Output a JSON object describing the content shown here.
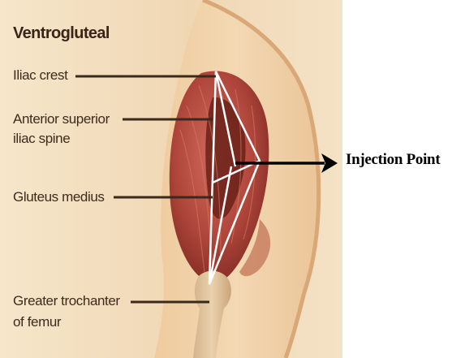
{
  "diagram": {
    "title": "Ventrogluteal",
    "labels": {
      "iliac_crest": "Iliac crest",
      "anterior_superior_line1": "Anterior superior",
      "anterior_superior_line2": "iliac spine",
      "gluteus_medius": "Gluteus medius",
      "greater_trochanter_line1": "Greater trochanter",
      "greater_trochanter_line2": "of femur"
    },
    "callout": "Injection Point"
  },
  "colors": {
    "background_skin": "#f1dcbc",
    "muscle": "#b5443a",
    "muscle_dark": "#5c1d16",
    "leader_line": "#3a2a1e",
    "triangle": "#ffffff",
    "arrow": "#000000"
  }
}
